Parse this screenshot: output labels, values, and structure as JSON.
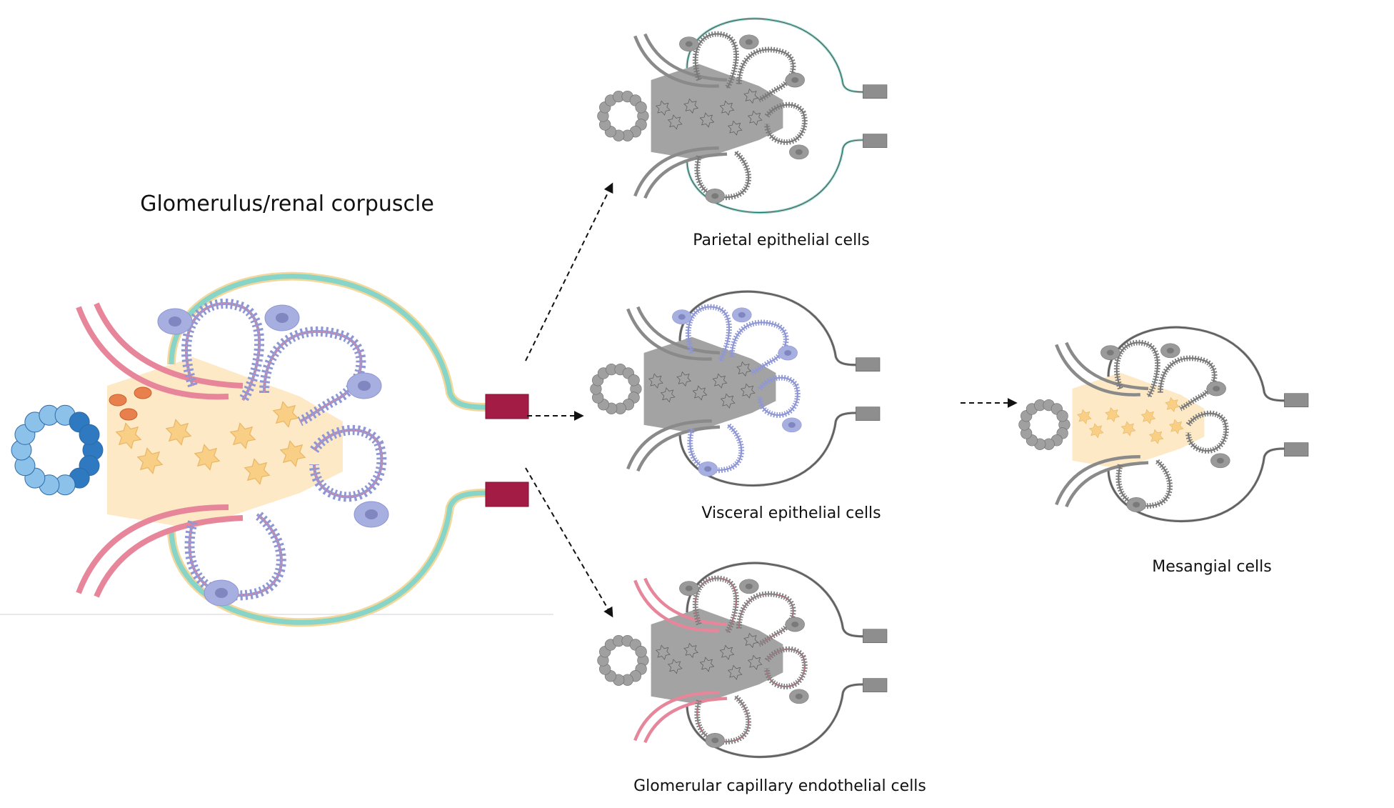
{
  "title": "Glomerulus/renal corpuscle",
  "panels": [
    {
      "id": "parietal",
      "label": "Parietal epithelial cells",
      "highlight": "parietal"
    },
    {
      "id": "visceral",
      "label": "Visceral epithelial cells",
      "highlight": "visceral"
    },
    {
      "id": "endothelial",
      "label": "Glomerular capillary endothelial cells",
      "highlight": "endothelial"
    },
    {
      "id": "mesangial",
      "label": "Mesangial cells",
      "highlight": "mesangial"
    }
  ],
  "colors": {
    "mesangium": "#fde7bf",
    "mesangial_cell": "#f8cf85",
    "podocyte": "#a7aee0",
    "podocyte_stroke": "#8f97d4",
    "endothelium": "#e7869a",
    "parietal": "#86d5c8",
    "bowman_outer": "#f4d79a",
    "macula_densa": "#2f79c0",
    "distal_tubule": "#8cc2ea",
    "proximal_tubule": "#a31c45",
    "juxtaglomerular": "#e8804d",
    "grey_fill": "#9c9c9c",
    "grey_stroke": "#6b6b6b"
  },
  "arrows": [
    {
      "from": "main",
      "to": "parietal",
      "style": "dashed"
    },
    {
      "from": "main",
      "to": "visceral",
      "style": "dashed"
    },
    {
      "from": "main",
      "to": "endothelial",
      "style": "dashed"
    },
    {
      "from": "visceral",
      "to": "mesangial",
      "style": "dashed"
    }
  ]
}
